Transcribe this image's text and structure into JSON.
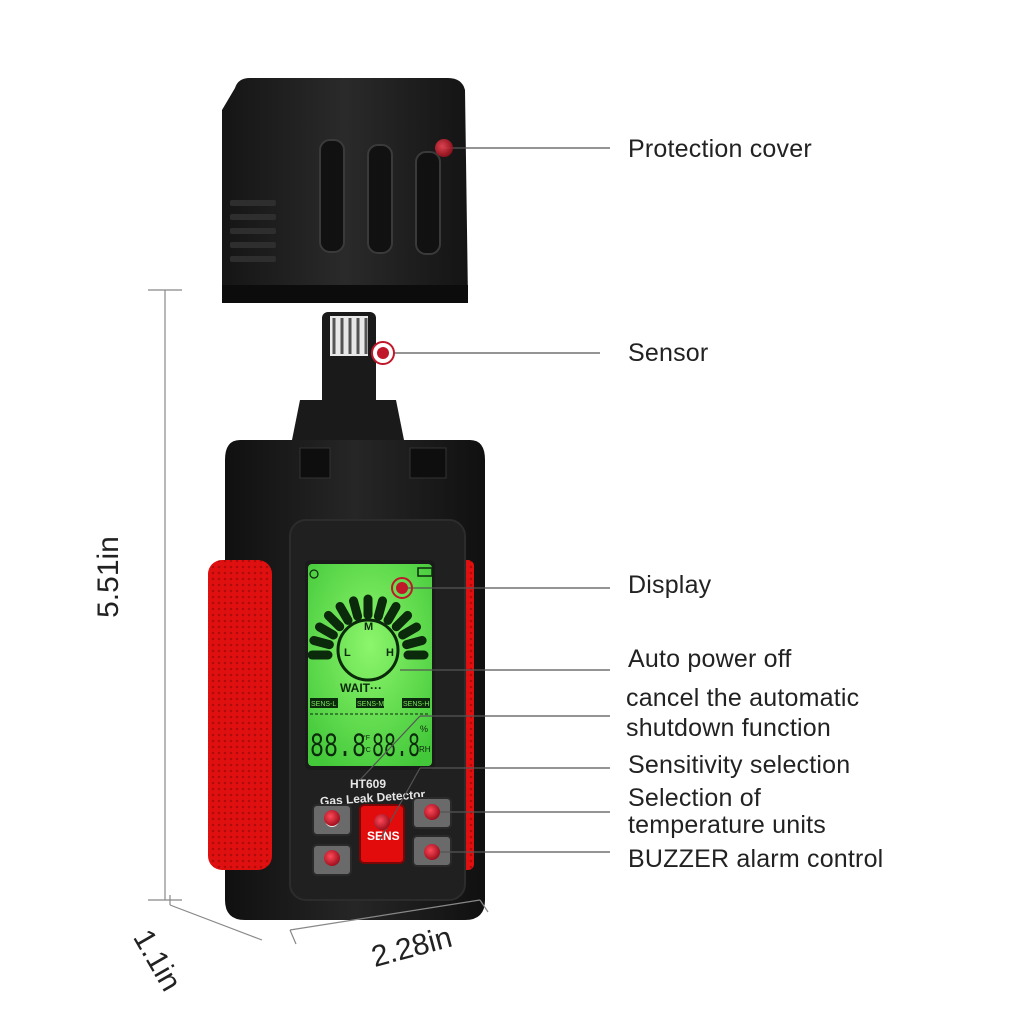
{
  "device": {
    "model": "HT609",
    "name": "Gas Leak Detector",
    "display": {
      "gauge_letters": [
        "L",
        "M",
        "H"
      ],
      "status": "WAIT···",
      "sens_levels": [
        "SENS-L",
        "SENS-M",
        "SENS-H"
      ],
      "temp_digits": "88.8",
      "humidity_digits": "88.8",
      "units": [
        "°F",
        "°C",
        "%",
        "RH"
      ]
    },
    "center_button": "SENS"
  },
  "labels": {
    "protection_cover": "Protection cover",
    "sensor": "Sensor",
    "display": "Display",
    "auto_power_off": "Auto power off",
    "cancel_line1": "cancel the automatic",
    "cancel_line2": "shutdown function",
    "sensitivity": "Sensitivity selection",
    "temp_units_line1": "Selection of",
    "temp_units_line2": "temperature units",
    "buzzer": "BUZZER alarm control"
  },
  "dimensions": {
    "height": "5.51in",
    "depth": "1.1in",
    "width": "2.28in"
  },
  "colors": {
    "body": "#1c1c1c",
    "accent_red": "#e30c0c",
    "lcd_green": "#5fe84a",
    "marker": "#c0182a",
    "leader": "#555555"
  }
}
